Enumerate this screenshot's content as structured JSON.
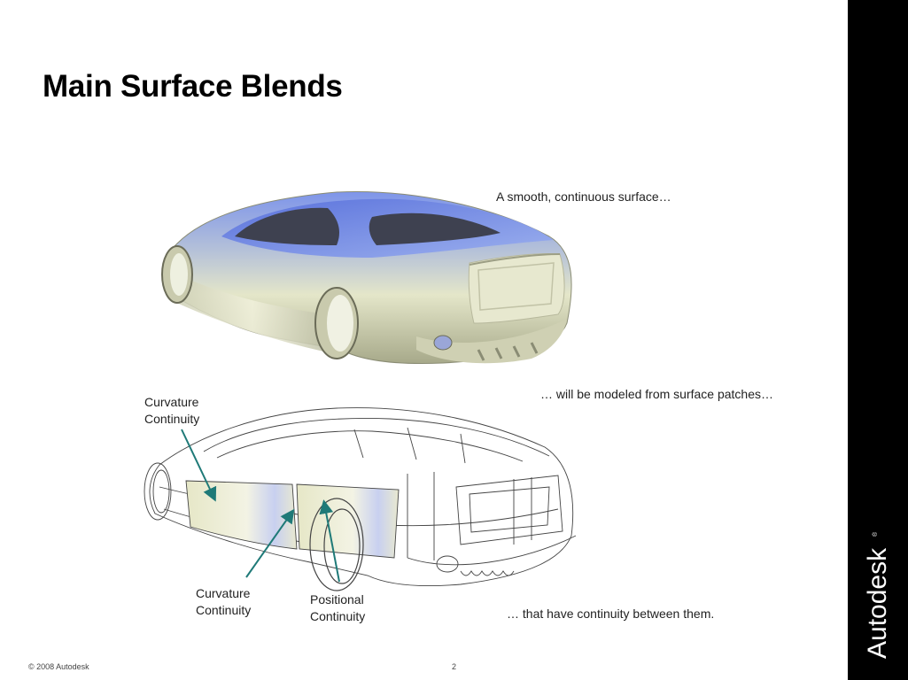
{
  "slide": {
    "title": "Main Surface Blends",
    "captions": {
      "smooth_surface": "A smooth, continuous surface…",
      "surface_patches": "… will be modeled from surface patches…",
      "continuity_between": "… that have continuity between them.",
      "curvature_upper_line1": "Curvature",
      "curvature_upper_line2": "Continuity",
      "curvature_lower_line1": "Curvature",
      "curvature_lower_line2": "Continuity",
      "positional_line1": "Positional",
      "positional_line2": "Continuity"
    },
    "footer": {
      "copyright": "© 2008 Autodesk",
      "page_number": "2"
    },
    "brand": {
      "logo_text": "Autodesk",
      "registered_mark": "®"
    }
  },
  "colors": {
    "sidebar": "#000000",
    "arrow": "#1f7a78",
    "car_blue": "#6f86e0",
    "car_cream": "#e8e8c8"
  }
}
